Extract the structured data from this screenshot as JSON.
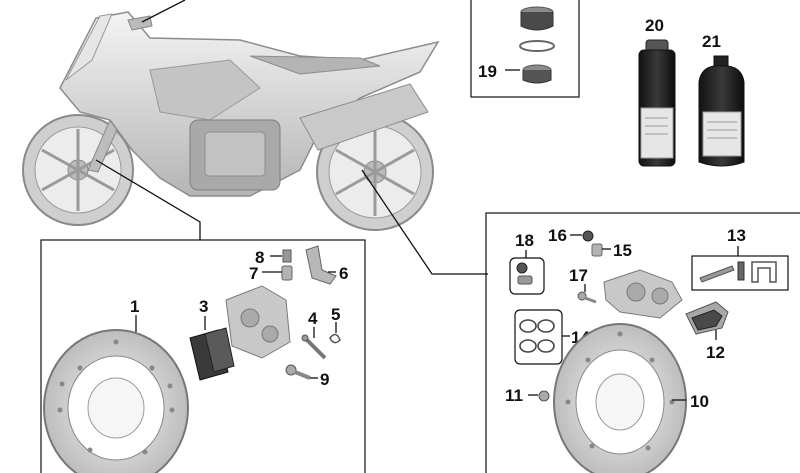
{
  "diagram": {
    "callouts": {
      "c1": "1",
      "c3": "3",
      "c4": "4",
      "c5": "5",
      "c6": "6",
      "c7": "7",
      "c8": "8",
      "c9": "9",
      "c10": "10",
      "c11": "11",
      "c12": "12",
      "c13": "13",
      "c14": "14",
      "c15": "15",
      "c16": "16",
      "c17": "17",
      "c18": "18",
      "c19": "19",
      "c20": "20",
      "c21": "21"
    },
    "colors": {
      "line": "#111111",
      "part_fill": "#d9d9d9",
      "part_shade": "#a8a8a8",
      "can_dark": "#1f1f1f"
    }
  }
}
